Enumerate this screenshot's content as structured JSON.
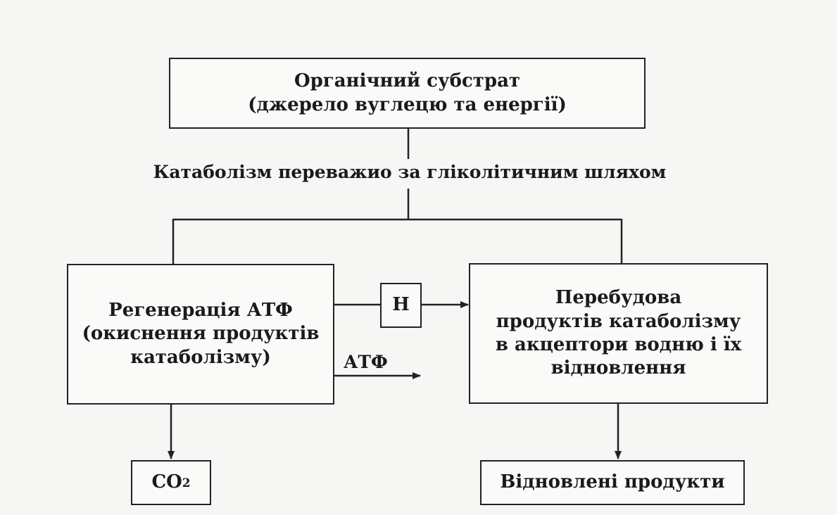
{
  "diagram": {
    "substrate": {
      "line1": "Органічний субстрат",
      "line2": "(джерело вуглецю та енергії)"
    },
    "catabolism_label": "Катаболізм переважио за гліколітичним шляхом",
    "regeneration": {
      "line1": "Регенерація АТФ",
      "line2": "(окиснення продуктів",
      "line3": "катаболізму)"
    },
    "h_box": "Н",
    "atp_label": "АТФ",
    "rebuild": {
      "line1": "Перебудова",
      "line2": "продуктів катаболізму",
      "line3": "в акцептори водню і їх",
      "line4": "відновлення"
    },
    "co2": {
      "main": "СО",
      "sub": "2"
    },
    "reduced_products": "Відновлені продукти"
  }
}
